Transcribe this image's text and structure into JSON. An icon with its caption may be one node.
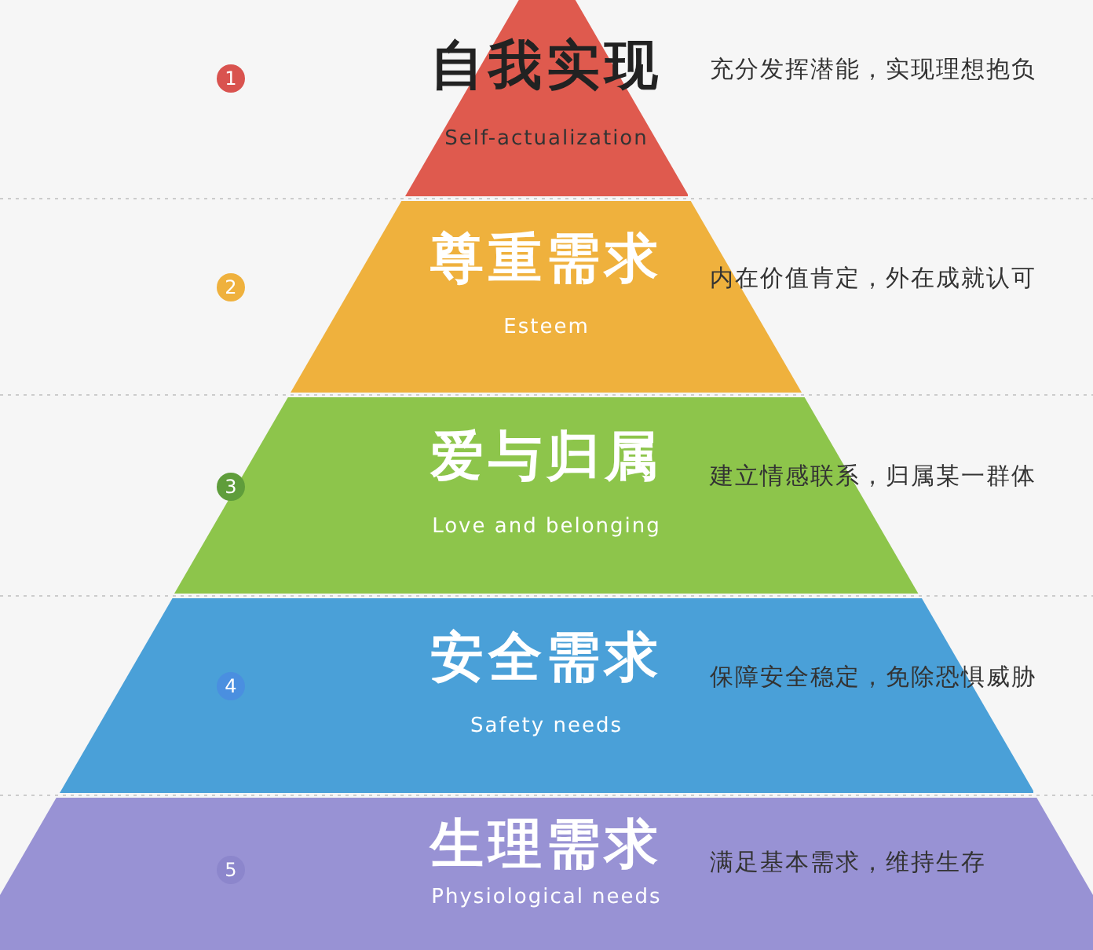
{
  "diagram": {
    "nodes": [
      {
        "text": [
          "自我实现",
          "Self-actualization"
        ],
        "beside": [
          "充分发挥潜能，实现理想抱负"
        ]
      },
      {
        "text": [
          "尊重需求",
          "Esteem"
        ],
        "beside": [
          "内在价值肯定，外在成就认可"
        ]
      },
      {
        "text": [
          "爱与归属",
          "Love and belonging"
        ],
        "beside": [
          "建立情感联系，归属某一群体"
        ]
      },
      {
        "text": [
          "安全需求",
          "Safety needs",
          "保障安全稳定，免除恐惧威胁"
        ]
      },
      {
        "text": [
          "生理需求",
          "Physiological needs",
          "满足基本需求，维持生存"
        ]
      }
    ],
    "labels": [
      "1",
      "2",
      "3",
      "4",
      "5"
    ]
  }
}
